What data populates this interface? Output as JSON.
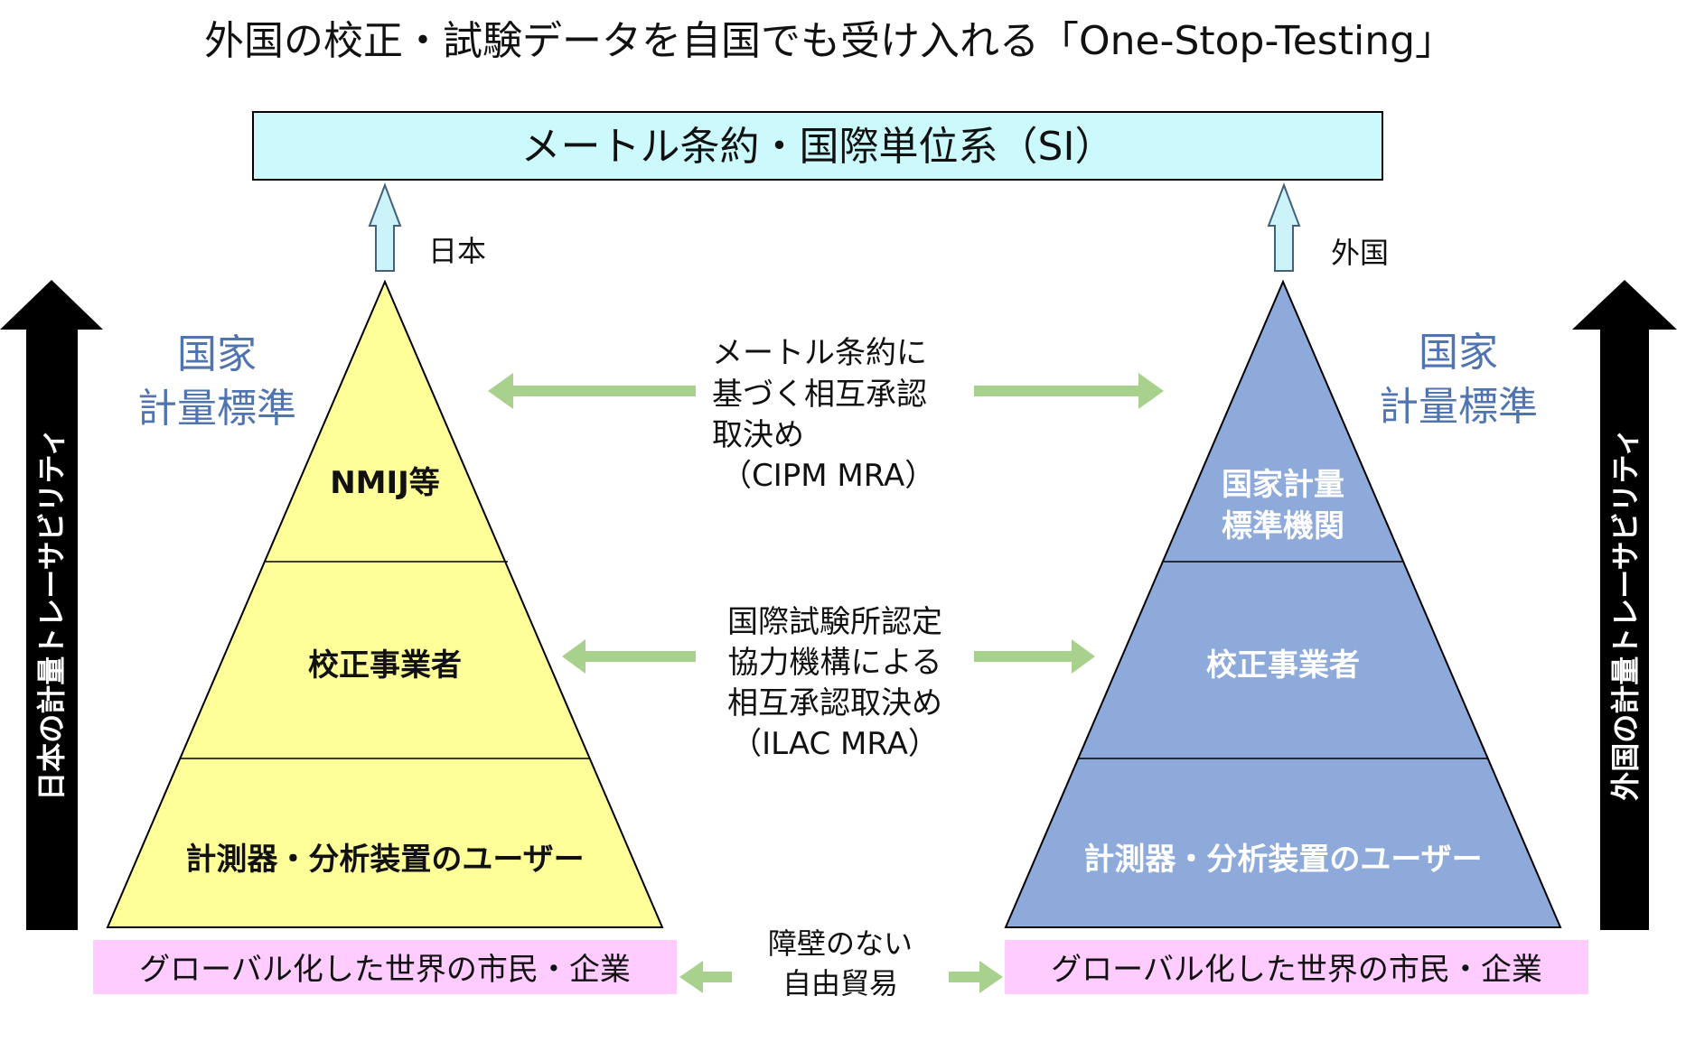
{
  "title": "外国の校正・試験データを自国でも受け入れる「One-Stop-Testing」",
  "top_box": {
    "label": "メートル条約・国際単位系（SI）",
    "fill": "#ccfafc"
  },
  "countries": {
    "left": "日本",
    "right": "外国"
  },
  "national_standard_label": {
    "line1": "国家",
    "line2": "計量標準",
    "color": "#4f74b0"
  },
  "traceability": {
    "left": "日本の計量トレーサビリティ",
    "right": "外国の計量トレーサビリティ"
  },
  "pyramid_left": {
    "fill": "#ffff99",
    "tiers": [
      {
        "lines": [
          "NMIJ等"
        ]
      },
      {
        "lines": [
          "校正事業者"
        ]
      },
      {
        "lines": [
          "計測器・分析装置のユーザー"
        ]
      }
    ]
  },
  "pyramid_right": {
    "fill": "#8eaadb",
    "tiers": [
      {
        "lines": [
          "国家計量",
          "標準機関"
        ]
      },
      {
        "lines": [
          "校正事業者"
        ]
      },
      {
        "lines": [
          "計測器・分析装置のユーザー"
        ]
      }
    ]
  },
  "agreements": {
    "cipm": [
      "メートル条約に",
      "基づく相互承認",
      "取決め",
      "（CIPM MRA）"
    ],
    "ilac": [
      "国際試験所認定",
      "協力機構による",
      "相互承認取決め",
      "（ILAC MRA）"
    ],
    "trade": [
      "障壁のない",
      "自由貿易"
    ],
    "arrow_color": "#a9d18e"
  },
  "citizens": {
    "left": "グローバル化した世界の市民・企業",
    "right": "グローバル化した世界の市民・企業",
    "fill": "#ffccff"
  }
}
